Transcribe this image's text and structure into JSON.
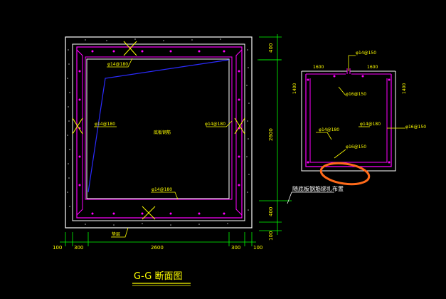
{
  "drawing": {
    "title": "G-G 断面图",
    "main_section": {
      "rebar_top": "φ14@180",
      "rebar_left": "φ14@180",
      "rebar_right": "φ14@180",
      "rebar_bottom": "φ14@180",
      "center_label": "底板钢筋",
      "bottom_tag": "垫层"
    },
    "dims_right": [
      "400",
      "2600",
      "400",
      "100"
    ],
    "dims_bottom": [
      "100",
      "300",
      "2600",
      "300",
      "100"
    ],
    "detail": {
      "top_callout": "φ14@150",
      "top_left_dim": "1600",
      "top_right_dim": "1600",
      "side_left_dim": "1400",
      "side_right_dim": "1400",
      "rebar_mid": "φ16@150",
      "rebar_left": "φ14@180",
      "rebar_right_inner": "φ14@180",
      "rebar_right_outer": "φ16@150",
      "rebar_bottom": "φ16@150",
      "note": "随底板钢筋绑扎布置"
    },
    "colors": {
      "background": "#000000",
      "outline": "#ffffff",
      "rebar": "#ff00ff",
      "text": "#ffff00",
      "dimension": "#00ff00",
      "annotation": "#ff6a1a",
      "diagonal": "#2b2bff"
    }
  }
}
